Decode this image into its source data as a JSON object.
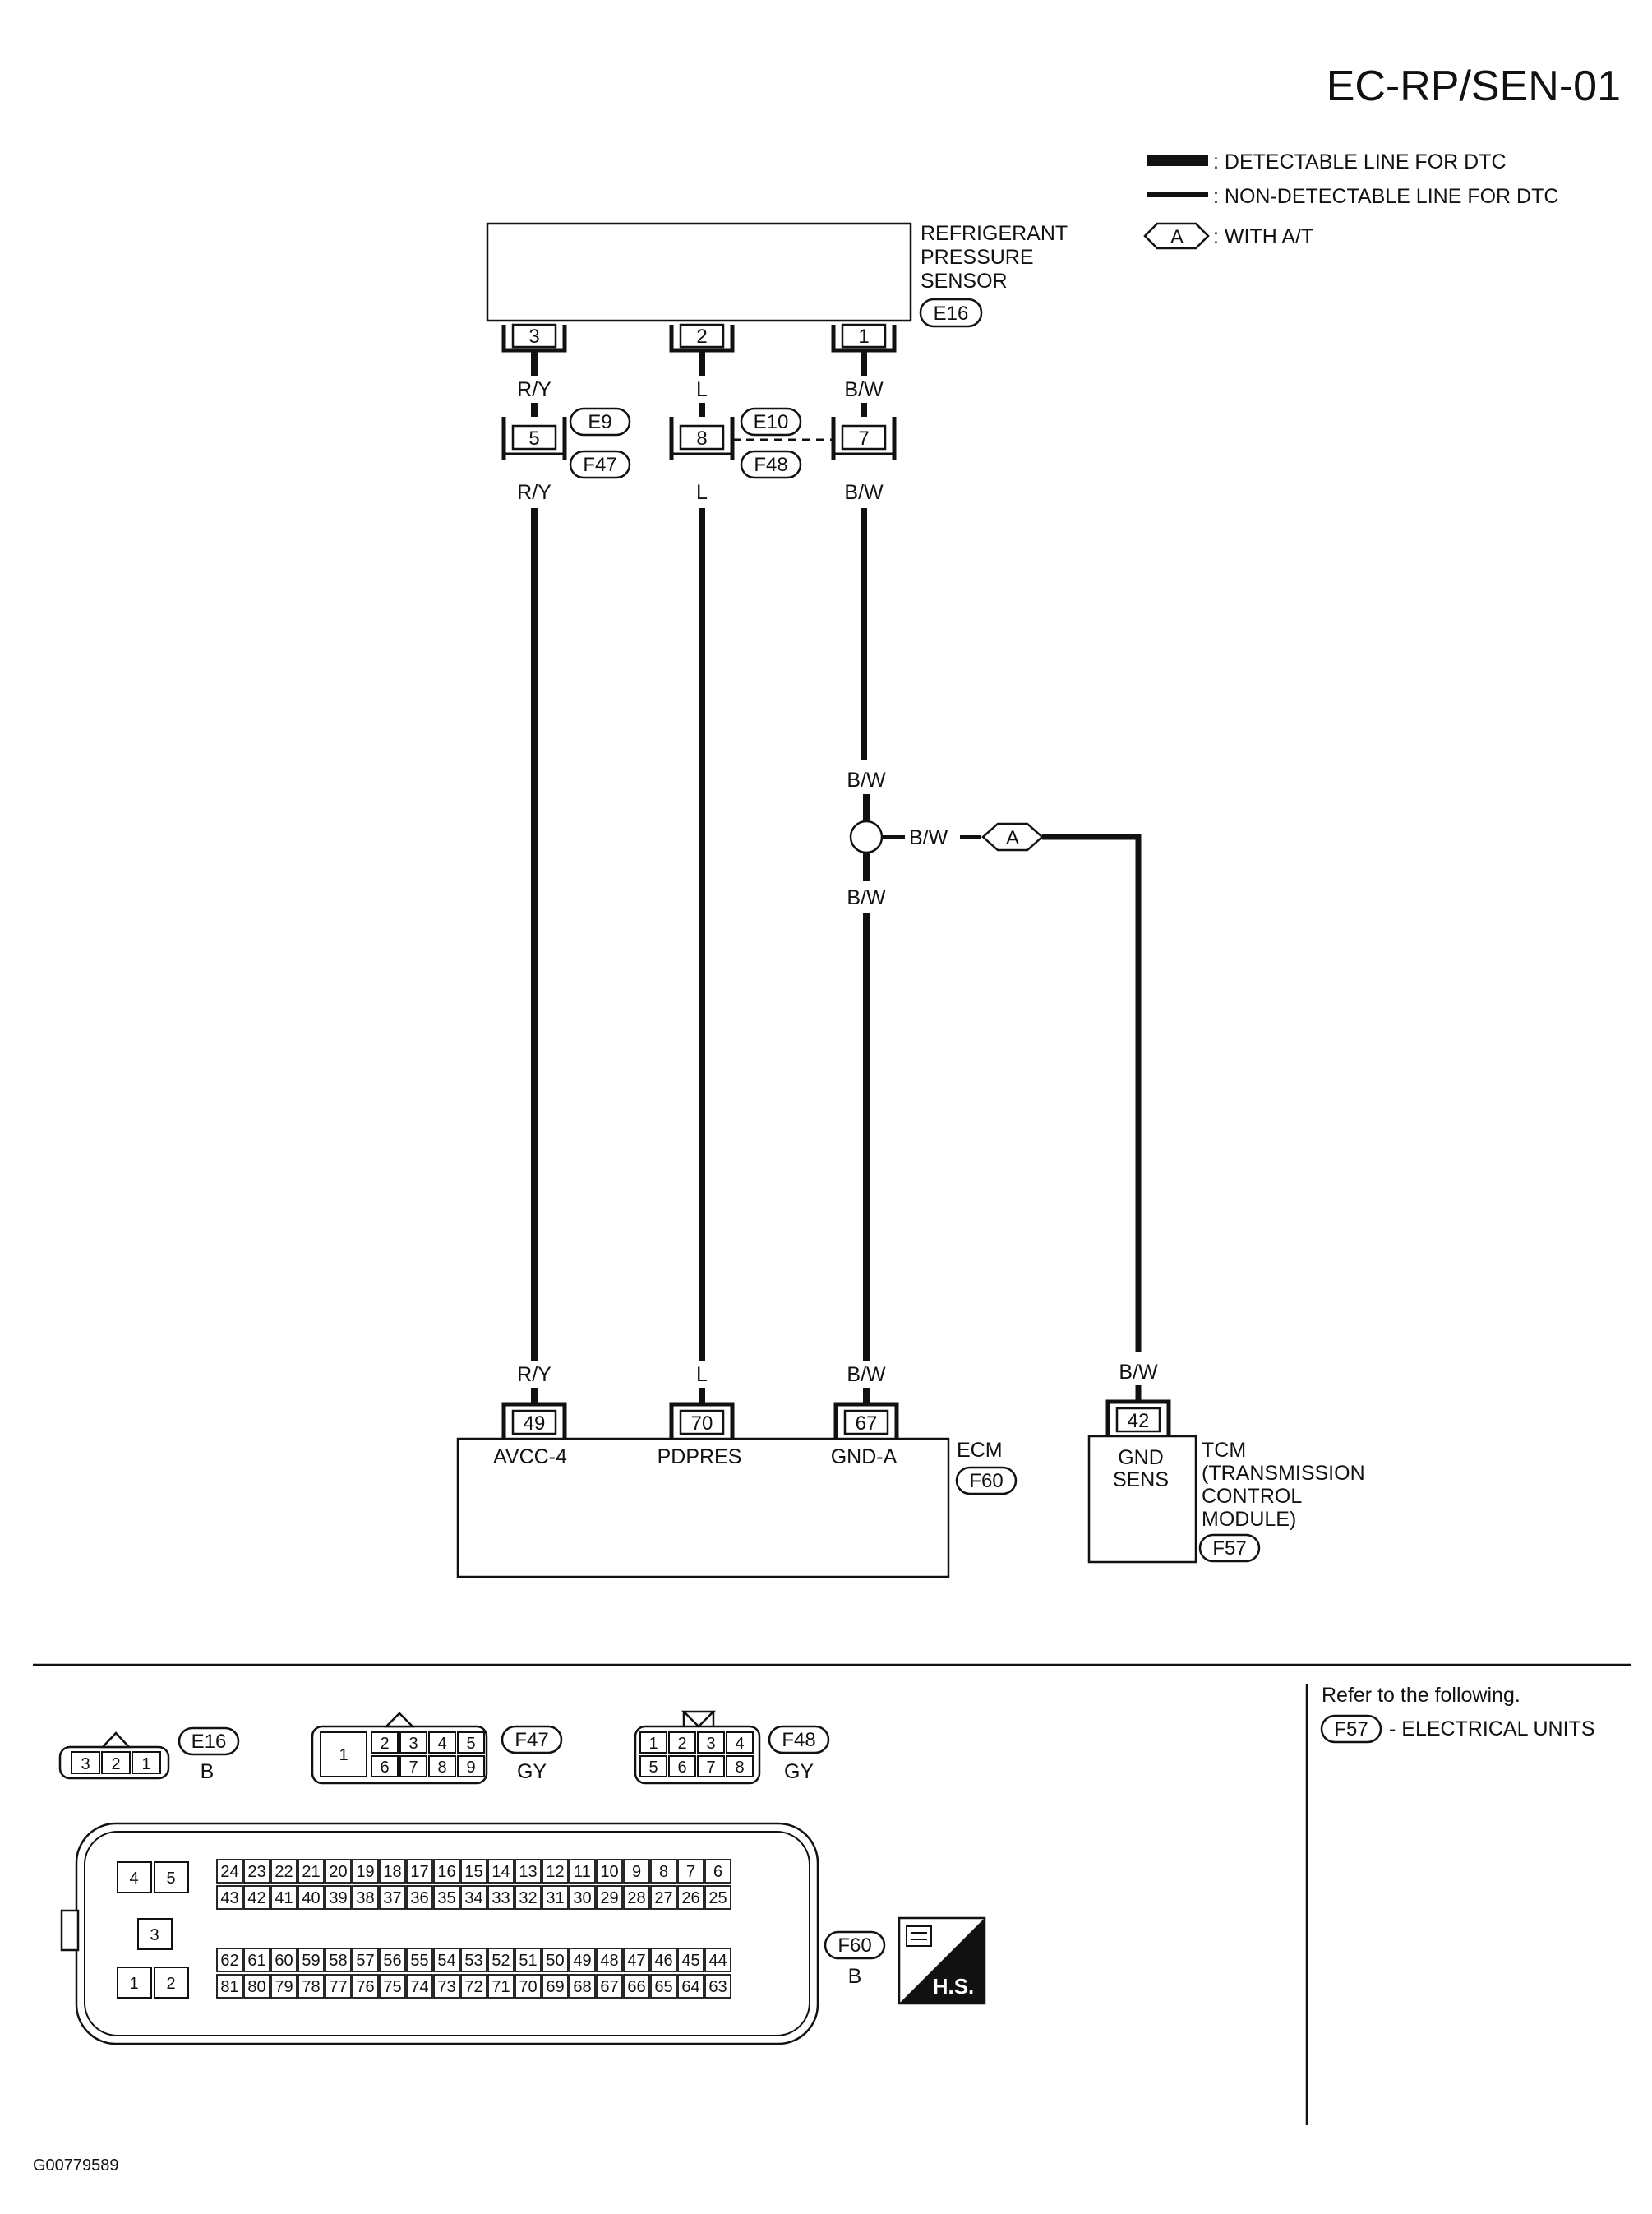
{
  "page_code": "EC-RP/SEN-01",
  "legend": {
    "detectable": ": DETECTABLE LINE FOR DTC",
    "non_detectable": ": NON-DETECTABLE LINE FOR DTC",
    "option_marker": "A",
    "option_text": ": WITH A/T"
  },
  "sensor": {
    "name_lines": [
      "REFRIGERANT",
      "PRESSURE",
      "SENSOR"
    ],
    "connector": "E16",
    "pins": [
      "3",
      "2",
      "1"
    ]
  },
  "harness": {
    "connectors": [
      "E9",
      "F47",
      "E10",
      "F48"
    ],
    "pins": [
      "5",
      "8",
      "7"
    ]
  },
  "wire_colors": {
    "ry": "R/Y",
    "l": "L",
    "bw": "B/W"
  },
  "branch_marker": "A",
  "ecm": {
    "name": "ECM",
    "connector": "F60",
    "pins": [
      "49",
      "70",
      "67"
    ],
    "terminals": [
      "AVCC-4",
      "PDPRES",
      "GND-A"
    ]
  },
  "tcm": {
    "pin": "42",
    "terminal_lines": [
      "GND",
      "SENS"
    ],
    "name_lines": [
      "TCM",
      "(TRANSMISSION",
      "CONTROL",
      "MODULE)"
    ],
    "connector": "F57"
  },
  "connector_views": {
    "e16": {
      "id": "E16",
      "color": "B",
      "pins": [
        "3",
        "2",
        "1"
      ]
    },
    "f47": {
      "id": "F47",
      "color": "GY",
      "big_pin": "1",
      "top": [
        "2",
        "3",
        "4",
        "5"
      ],
      "bottom": [
        "6",
        "7",
        "8",
        "9"
      ]
    },
    "f48": {
      "id": "F48",
      "color": "GY",
      "top": [
        "1",
        "2",
        "3",
        "4"
      ],
      "bottom": [
        "5",
        "6",
        "7",
        "8"
      ]
    },
    "f60": {
      "id": "F60",
      "color": "B",
      "left_pins": [
        "4",
        "5",
        "3",
        "1",
        "2"
      ],
      "row1": [
        "24",
        "23",
        "22",
        "21",
        "20",
        "19",
        "18",
        "17",
        "16",
        "15",
        "14",
        "13",
        "12",
        "11",
        "10",
        "9",
        "8",
        "7",
        "6"
      ],
      "row2": [
        "43",
        "42",
        "41",
        "40",
        "39",
        "38",
        "37",
        "36",
        "35",
        "34",
        "33",
        "32",
        "31",
        "30",
        "29",
        "28",
        "27",
        "26",
        "25"
      ],
      "row3": [
        "62",
        "61",
        "60",
        "59",
        "58",
        "57",
        "56",
        "55",
        "54",
        "53",
        "52",
        "51",
        "50",
        "49",
        "48",
        "47",
        "46",
        "45",
        "44"
      ],
      "row4": [
        "81",
        "80",
        "79",
        "78",
        "77",
        "76",
        "75",
        "74",
        "73",
        "72",
        "71",
        "70",
        "69",
        "68",
        "67",
        "66",
        "65",
        "64",
        "63"
      ]
    }
  },
  "hs_label": "H.S.",
  "reference": {
    "title": "Refer to the following.",
    "item_id": "F57",
    "item_text": "- ELECTRICAL UNITS"
  },
  "figure_code": "G00779589"
}
